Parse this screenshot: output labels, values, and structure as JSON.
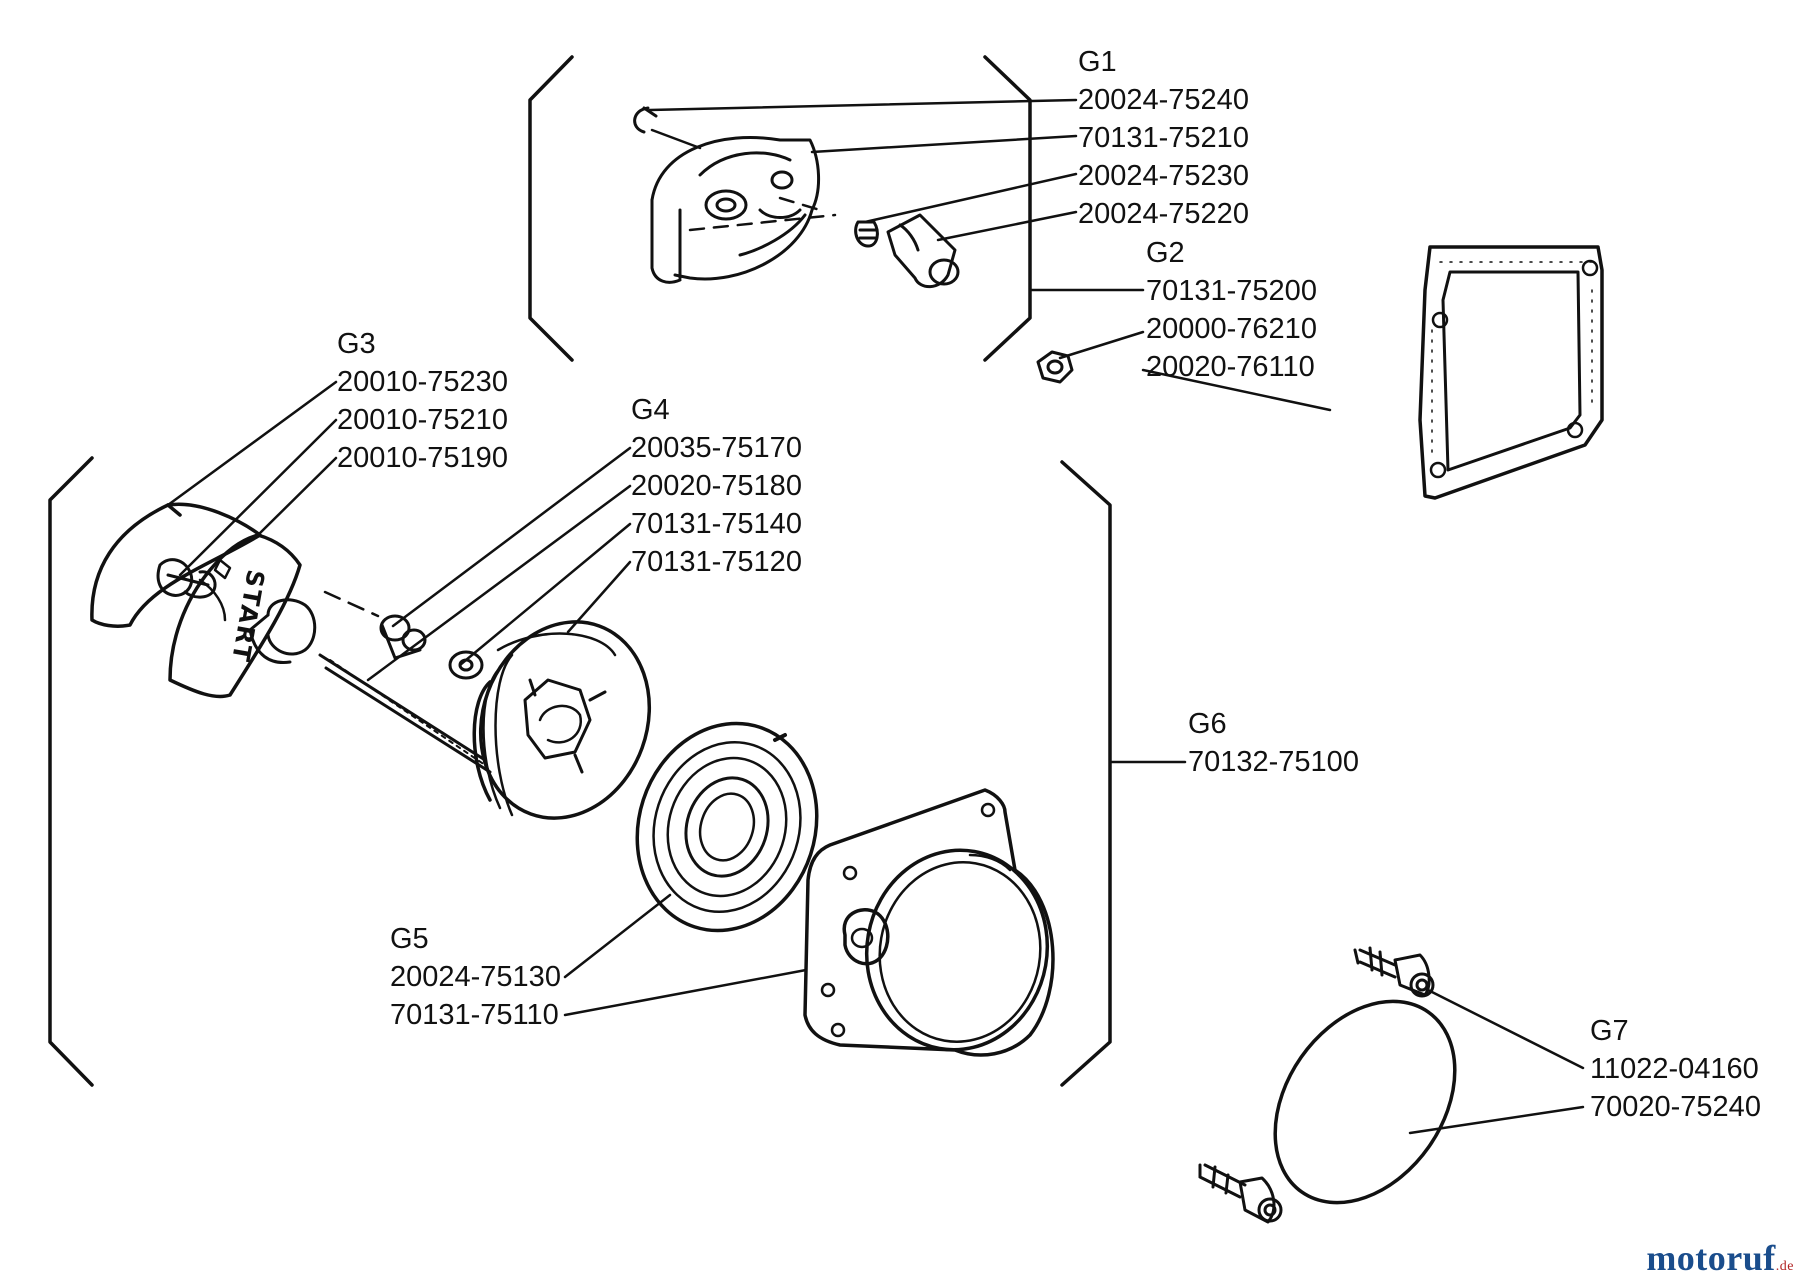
{
  "groups": {
    "g1": {
      "name": "G1",
      "parts": [
        "20024-75240",
        "70131-75210",
        "20024-75230",
        "20024-75220"
      ]
    },
    "g2": {
      "name": "G2",
      "parts": [
        "70131-75200",
        "20000-76210",
        "20020-76110"
      ]
    },
    "g3": {
      "name": "G3",
      "parts": [
        "20010-75230",
        "20010-75210",
        "20010-75190"
      ]
    },
    "g4": {
      "name": "G4",
      "parts": [
        "20035-75170",
        "20020-75180",
        "70131-75140",
        "70131-75120"
      ]
    },
    "g5": {
      "name": "G5",
      "parts": [
        "20024-75130",
        "70131-75110"
      ]
    },
    "g6": {
      "name": "G6",
      "parts": [
        "70132-75100"
      ]
    },
    "g7": {
      "name": "G7",
      "parts": [
        "11022-04160",
        "70020-75240"
      ]
    }
  },
  "pawl_marking": "START",
  "watermark": {
    "brand": "motoruf",
    "tld": ".de",
    "brand_color": "#1a4d8c",
    "tld_color": "#b22222"
  },
  "colors": {
    "line": "#111111",
    "background": "#ffffff"
  }
}
